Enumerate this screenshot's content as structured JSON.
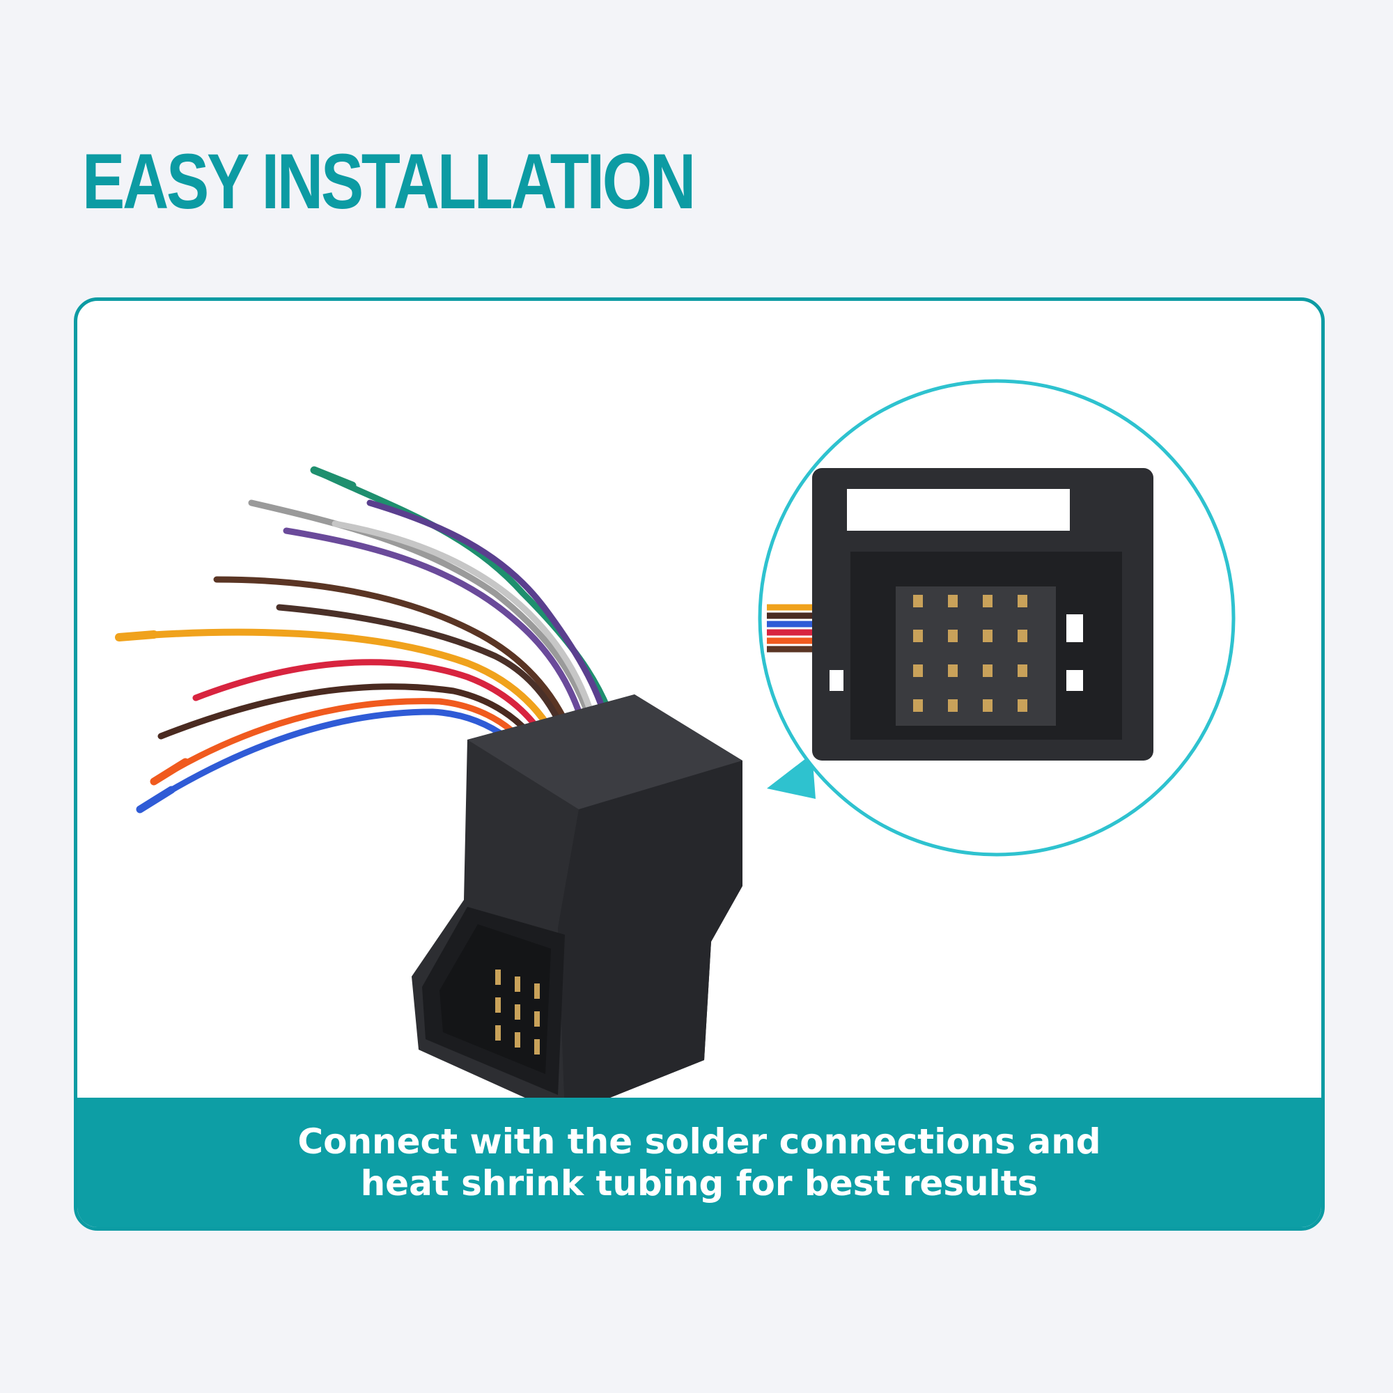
{
  "headline": "EASY INSTALLATION",
  "caption": {
    "line1": "Connect with the solder connections and",
    "line2": "heat shrink tubing for best results"
  },
  "colors": {
    "accent": "#0c9ba3",
    "band": "#0d9ea5",
    "circle_border": "#2ec2cf",
    "connector": "#2d2e32",
    "background": "#f3f4f8"
  },
  "icons": [
    "wire-harness-connector",
    "connector-face-closeup",
    "callout-pointer"
  ]
}
